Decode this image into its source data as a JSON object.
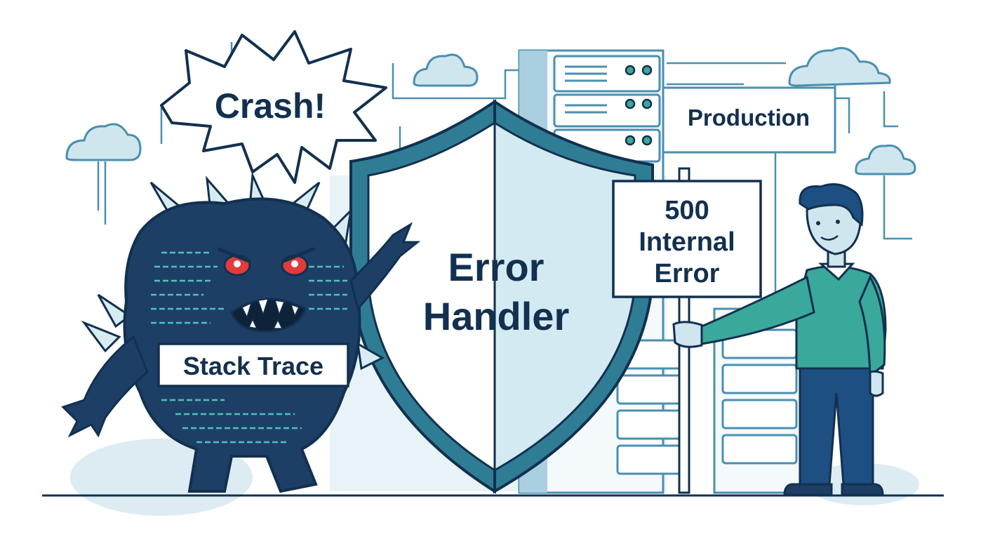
{
  "labels": {
    "crash": "Crash!",
    "stack_trace": "Stack Trace",
    "error_handler_line1": "Error",
    "error_handler_line2": "Handler",
    "production": "Production",
    "sign_line1": "500",
    "sign_line2": "Internal",
    "sign_line3": "Error"
  },
  "colors": {
    "ink": "#12304f",
    "navy": "#1d3f66",
    "teal": "#3aa89a",
    "light_blue": "#cfe6ee",
    "shield_fill": "#e4f2f7",
    "monster_eye": "#e23b3b"
  }
}
